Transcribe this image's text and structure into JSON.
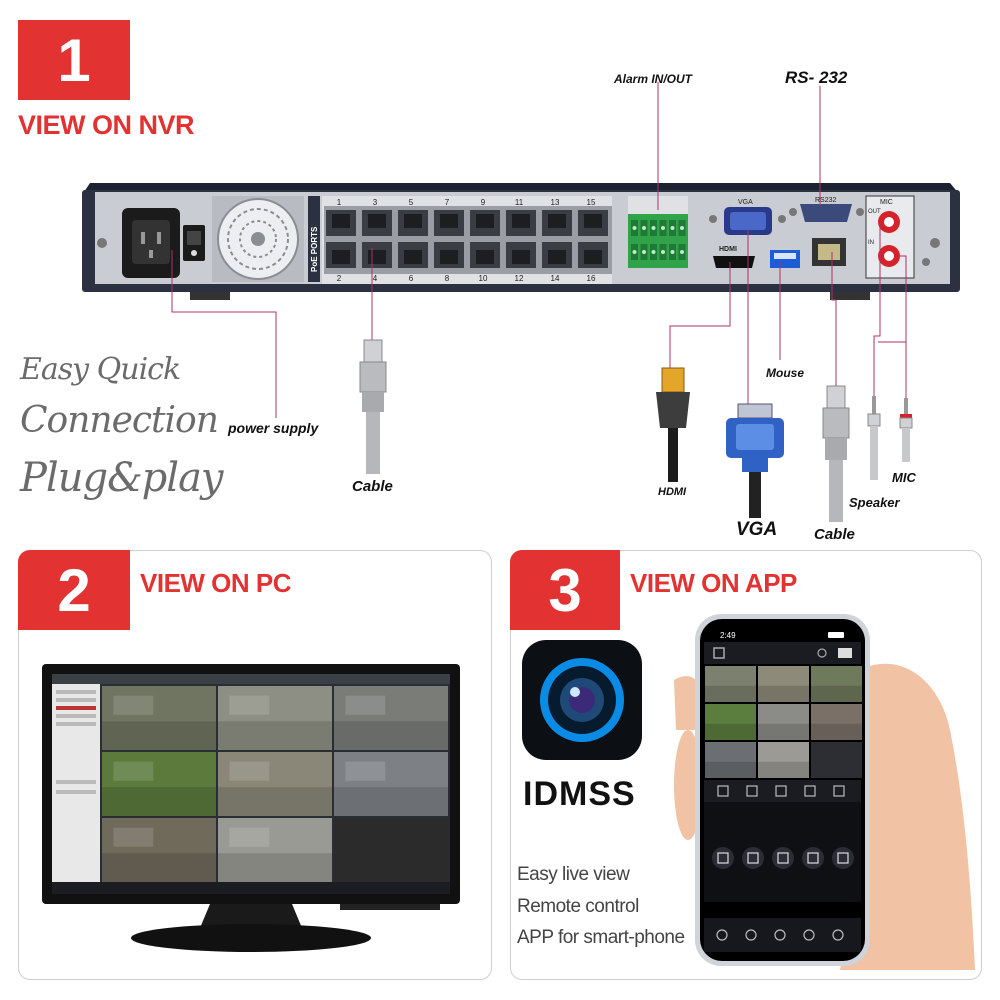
{
  "nvr_section": {
    "number": "1",
    "title": "VIEW ON NVR",
    "tagline": [
      "Easy Quick",
      "Connection",
      "Plug&play"
    ],
    "labels": {
      "alarm": "Alarm IN/OUT",
      "rs232": "RS- 232",
      "power": "power supply",
      "cable_left": "Cable",
      "mouse": "Mouse",
      "hdmi": "HDMI",
      "vga": "VGA",
      "cable_right": "Cable",
      "speaker": "Speaker",
      "mic": "MIC"
    },
    "panel_text": {
      "poe_ports": "PoE PORTS",
      "port_top": [
        "1",
        "3",
        "5",
        "7",
        "9",
        "11",
        "13",
        "15"
      ],
      "port_bottom": [
        "2",
        "4",
        "6",
        "8",
        "10",
        "12",
        "14",
        "16"
      ],
      "vga_port": "VGA",
      "hdmi_port": "HDMI",
      "rs232_port": "RS232",
      "mic": "MIC",
      "out": "OUT",
      "in": "IN"
    }
  },
  "pc_section": {
    "number": "2",
    "title": "VIEW ON PC"
  },
  "app_section": {
    "number": "3",
    "title": "VIEW ON APP",
    "app_name": "IDMSS",
    "features": [
      "Easy live view",
      "Remote control",
      "APP for smart-phone"
    ],
    "phone_time": "2:49"
  },
  "colors": {
    "accent_red": "#e23232",
    "lead_line": "#b0306a",
    "nvr_body": "#2b3140",
    "panel_grey": "#c9ccd2"
  }
}
